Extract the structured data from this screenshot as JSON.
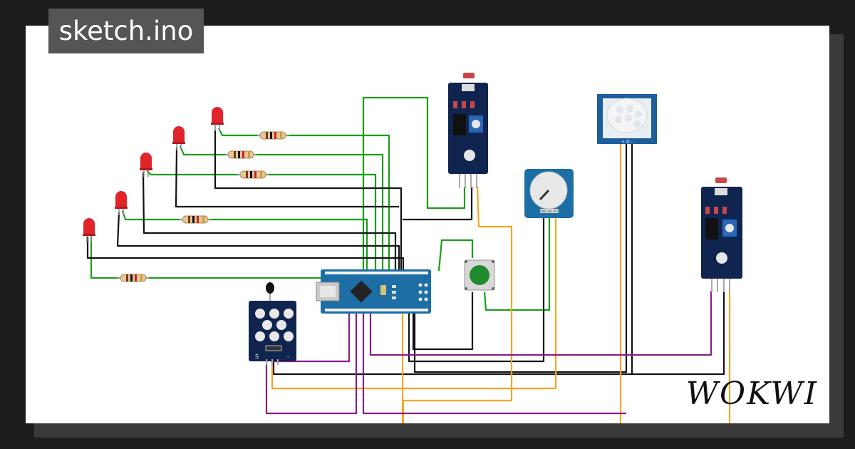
{
  "header": {
    "sketch_name": "sketch.ino"
  },
  "brand": {
    "logo_text": "WOKWI"
  },
  "components": {
    "leds": 5,
    "resistors": 5,
    "ldr_modules": 2,
    "potentiometer": 1,
    "pir_sensor": 1,
    "pushbutton": 1,
    "ir_receiver": 1,
    "microcontroller": "Arduino Nano"
  },
  "pin_labels": {
    "pot": "GND SIG VCC",
    "pir": "+ D -",
    "ir_s": "S",
    "ir_minus": "-"
  },
  "colors": {
    "background": "#1d1d1d",
    "canvas": "#ffffff",
    "badge": "#555555",
    "board": "#1c6ea4",
    "module": "#0f2550",
    "wire_green": "#1a9e1a",
    "wire_black": "#111111",
    "wire_orange": "#f5a623",
    "wire_purple": "#8a1c8a",
    "led_red": "#e0242a"
  }
}
